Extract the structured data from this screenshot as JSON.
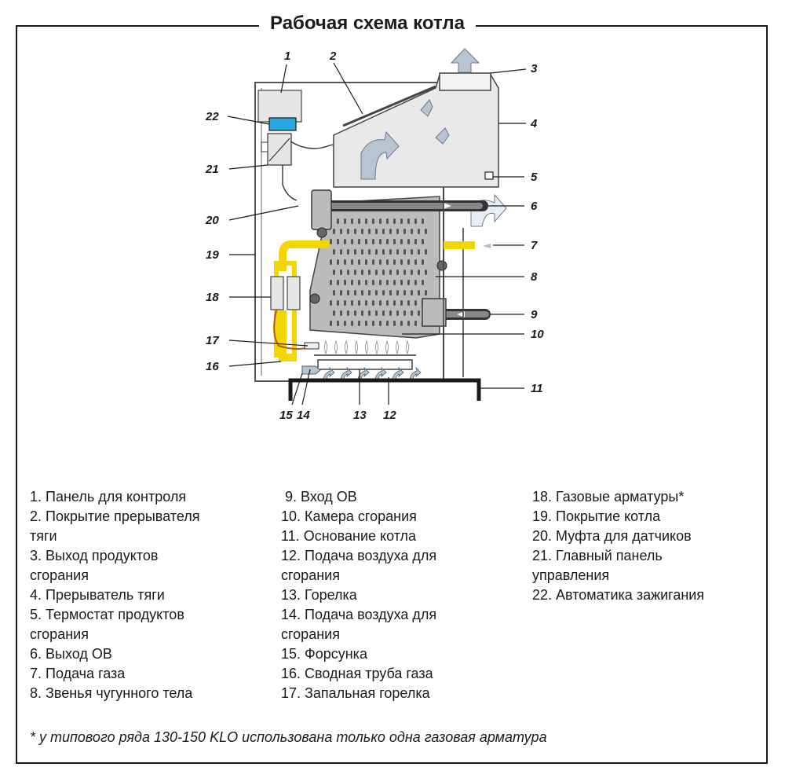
{
  "title": "Рабочая схема котла",
  "callouts": {
    "c1": "1",
    "c2": "2",
    "c3": "3",
    "c4": "4",
    "c5": "5",
    "c6": "6",
    "c7": "7",
    "c8": "8",
    "c9": "9",
    "c10": "10",
    "c11": "11",
    "c12": "12",
    "c13": "13",
    "c14": "14",
    "c15": "15",
    "c16": "16",
    "c17": "17",
    "c18": "18",
    "c19": "19",
    "c20": "20",
    "c21": "21",
    "c22": "22"
  },
  "legend": {
    "col1": [
      "1. Панель для контроля",
      "2. Покрытие прерывателя",
      "тяги",
      "3. Выход продуктов",
      "сгорания",
      "4. Прерыватель тяги",
      "5. Термостат продуктов",
      "сгорания",
      "6. Выход ОВ",
      "7. Подача газа",
      "8. Звенья чугунного тела"
    ],
    "col2": [
      " 9. Вход ОВ",
      "10. Камера сгорания",
      "11. Основание котла",
      "12. Подача воздуха для",
      "сгорания",
      "13. Горелка",
      "14. Подача воздуха для",
      "сгорания",
      "15. Форсунка",
      "16. Сводная труба газа",
      "17. Запальная горелка"
    ],
    "col3": [
      "18. Газовые арматуры*",
      "19. Покрытие котла",
      "20. Муфта для датчиков",
      "21. Главный панель",
      "управления",
      "22. Автоматика зажигания"
    ]
  },
  "footnote": "* у типового  ряда 130-150 KLO использована только одна газовая арматура",
  "colors": {
    "frame": "#1a1a1a",
    "casing": "#e8e8e8",
    "heat_exchanger": "#b9b9b9",
    "gas_pipe": "#f2d600",
    "control_box": "#29a8e0",
    "arrow_fill": "#b8c4d2",
    "water_pipe": "#333333"
  }
}
